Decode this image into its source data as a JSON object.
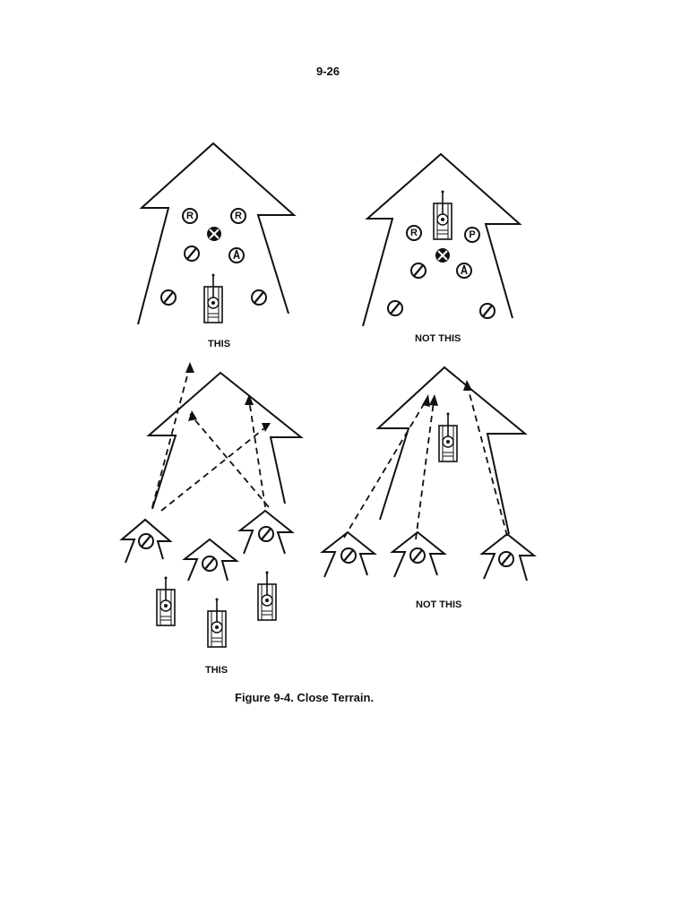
{
  "page": {
    "number": "9-26",
    "caption": "Figure 9-4. Close Terrain."
  },
  "figure": {
    "panels": [
      {
        "id": "top-left",
        "label": "THIS",
        "symbols": [
          "R",
          "R",
          "X",
          "slash",
          "A",
          "slash",
          "slash"
        ],
        "tanks": 1
      },
      {
        "id": "top-right",
        "label": "NOT THIS",
        "symbols": [
          "R",
          "P",
          "X",
          "slash",
          "A",
          "slash",
          "slash"
        ],
        "tanks": 1
      },
      {
        "id": "bottom-left",
        "label": "THIS",
        "symbols": [
          "slash",
          "slash",
          "slash"
        ],
        "tanks": 3
      },
      {
        "id": "bottom-right",
        "label": "NOT THIS",
        "symbols": [
          "slash",
          "slash",
          "slash"
        ],
        "tanks": 1
      }
    ],
    "colors": {
      "ink": "#111111",
      "paper": "#ffffff"
    }
  }
}
